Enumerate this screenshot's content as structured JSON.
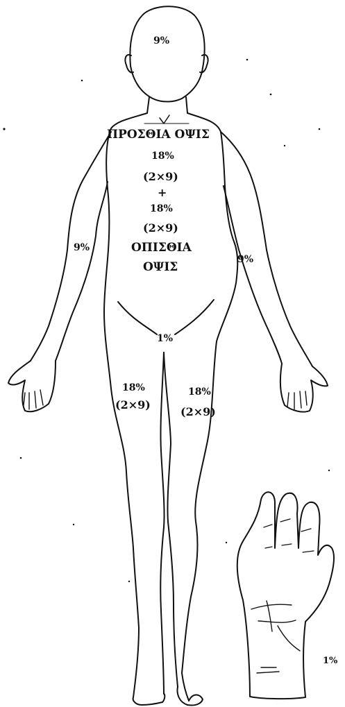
{
  "diagram": {
    "labels": {
      "head": "9%",
      "front_view": "ΠΡΟΣΘΙΑ ΟΨΙΣ",
      "torso_front": "18%",
      "torso_front_calc": "(2×9)",
      "plus": "+",
      "torso_back": "18%",
      "torso_back_calc": "(2×9)",
      "back_view_line1": "ΟΠΙΣΘΙΑ",
      "back_view_line2": "ΟΨΙΣ",
      "right_arm": "9%",
      "left_arm": "9%",
      "perineum": "1%",
      "right_leg": "18%",
      "right_leg_calc": "(2×9)",
      "left_leg": "18%",
      "left_leg_calc": "(2×9)",
      "palm": "1%"
    },
    "colors": {
      "ink": "#111111",
      "background": "#ffffff"
    }
  }
}
